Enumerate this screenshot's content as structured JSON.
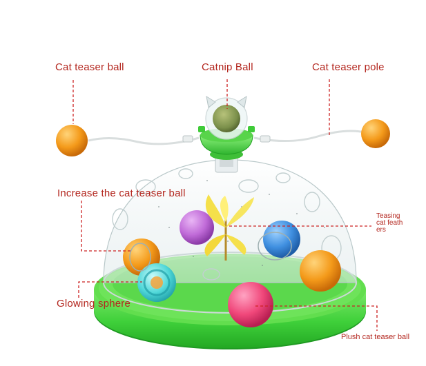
{
  "labels": {
    "cat_teaser_ball": "Cat teaser ball",
    "catnip_ball": "Catnip Ball",
    "cat_teaser_pole": "Cat teaser pole",
    "increase_cat_teaser_ball": "Increase the cat teaser ball",
    "teasing_cat_feathers": "Teasing cat feathers",
    "glowing_sphere": "Glowing sphere",
    "plush_cat_teaser_ball": "Plush cat teaser ball"
  },
  "colors": {
    "label_text": "#b3261e",
    "leader_line": "#cc2222",
    "base_green": "#3fd03a",
    "dome_tint": "#eef4f4",
    "orange_ball": "#f49a1a",
    "purple_ball": "#c06bd8",
    "blue_ball": "#3f8fe0",
    "pink_ball": "#f0477a",
    "glow_ball": "#4fd7d8",
    "feather": "#f5e04a",
    "catnip": "#7a8f4a"
  }
}
